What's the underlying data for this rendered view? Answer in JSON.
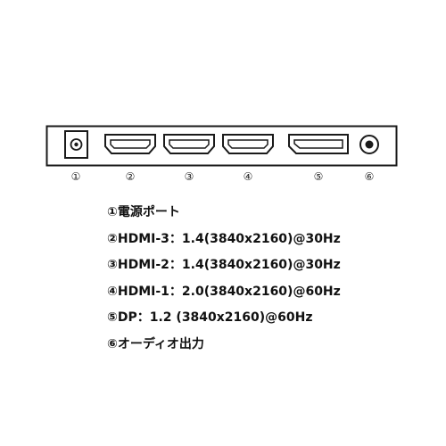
{
  "ports": [
    {
      "num": "①",
      "icon": "dc-power-jack"
    },
    {
      "num": "②",
      "icon": "hdmi-port"
    },
    {
      "num": "③",
      "icon": "hdmi-port"
    },
    {
      "num": "④",
      "icon": "hdmi-port"
    },
    {
      "num": "⑤",
      "icon": "displayport"
    },
    {
      "num": "⑥",
      "icon": "audio-jack"
    }
  ],
  "legend": [
    {
      "num": "①",
      "text": "電源ポート"
    },
    {
      "num": "②",
      "text": "HDMI-3：1.4(3840x2160)@30Hz"
    },
    {
      "num": "③",
      "text": "HDMI-2：1.4(3840x2160)@30Hz"
    },
    {
      "num": "④",
      "text": "HDMI-1：2.0(3840x2160)@60Hz"
    },
    {
      "num": "⑤",
      "text": "DP：1.2 (3840x2160)@60Hz"
    },
    {
      "num": "⑥",
      "text": "オーディオ出力"
    }
  ],
  "colors": {
    "stroke": "#1a1a1a",
    "background": "#ffffff"
  }
}
